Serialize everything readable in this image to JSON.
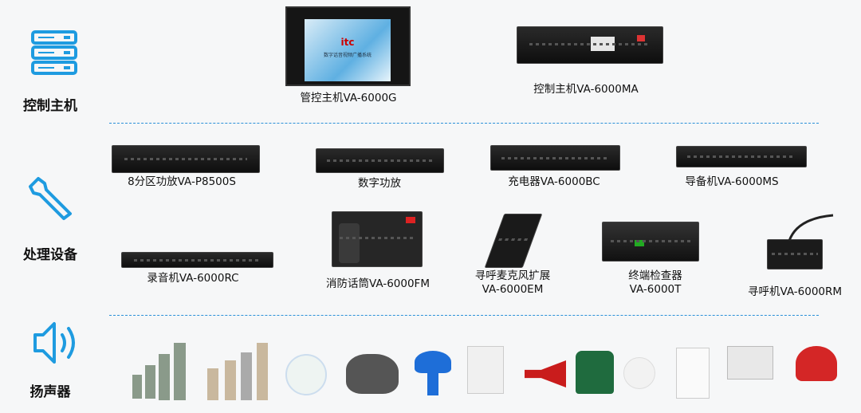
{
  "categories": [
    {
      "label": "控制主机",
      "icon": "server-icon"
    },
    {
      "label": "处理设备",
      "icon": "wrench-icon"
    },
    {
      "label": "扬声器",
      "icon": "speaker-icon"
    }
  ],
  "control": [
    {
      "label": "管控主机VA-6000G"
    },
    {
      "label": "控制主机VA-6000MA"
    }
  ],
  "processing": [
    {
      "label": "8分区功放VA-P8500S"
    },
    {
      "label": "数字功放"
    },
    {
      "label": "充电器VA-6000BC"
    },
    {
      "label": "导备机VA-6000MS"
    },
    {
      "label": "录音机VA-6000RC"
    },
    {
      "label": "消防话筒VA-6000FM"
    },
    {
      "label1": "寻呼麦克风扩展",
      "label2": "VA-6000EM"
    },
    {
      "label1": "终端检查器",
      "label2": "VA-6000T"
    },
    {
      "label": "寻呼机VA-6000RM"
    }
  ],
  "screen": {
    "logo": "itc",
    "caption": "数字话音视频广播系统"
  },
  "colors": {
    "accent": "#1e9be0",
    "divider": "#2a90d8"
  }
}
